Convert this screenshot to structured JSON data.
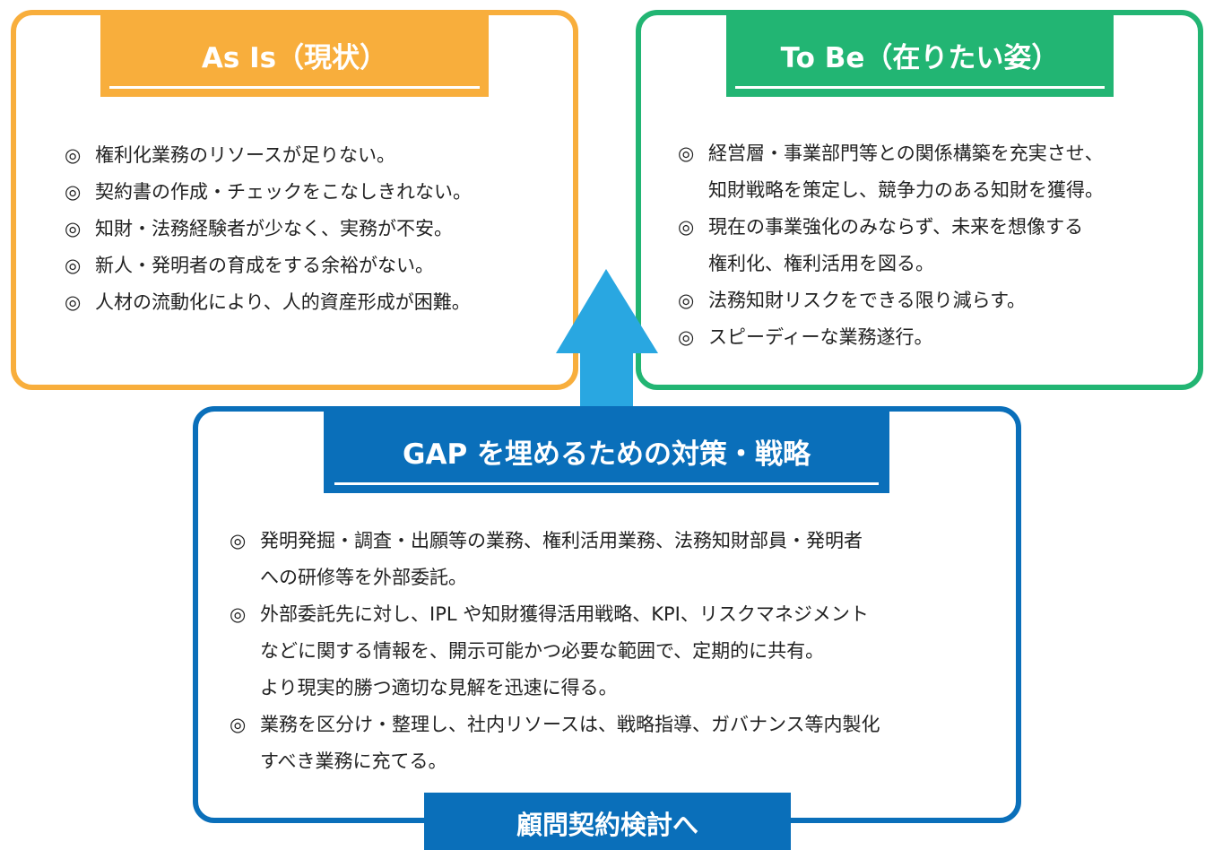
{
  "colors": {
    "as_is": "#F8AE3C",
    "to_be": "#22B573",
    "gap": "#0A6FBA",
    "arrow": "#29A7E1"
  },
  "as_is": {
    "title": "As Is（現状）",
    "bullet": "◎",
    "items": [
      [
        "権利化業務のリソースが足りない。"
      ],
      [
        "契約書の作成・チェックをこなしきれない。"
      ],
      [
        "知財・法務経験者が少なく、実務が不安。"
      ],
      [
        "新人・発明者の育成をする余裕がない。"
      ],
      [
        "人材の流動化により、人的資産形成が困難。"
      ]
    ]
  },
  "to_be": {
    "title": "To Be（在りたい姿）",
    "items": [
      [
        "経営層・事業部門等との関係構築を充実させ、",
        "知財戦略を策定し、競争力のある知財を獲得。"
      ],
      [
        "現在の事業強化のみならず、未来を想像する",
        "権利化、権利活用を図る。"
      ],
      [
        "法務知財リスクをできる限り減らす。"
      ],
      [
        "スピーディーな業務遂行。"
      ]
    ]
  },
  "gap": {
    "title": "GAP を埋めるための対策・戦略",
    "items": [
      [
        "発明発掘・調査・出願等の業務、権利活用業務、法務知財部員・発明者",
        "への研修等を外部委託。"
      ],
      [
        "外部委託先に対し、IPL や知財獲得活用戦略、KPI、リスクマネジメント",
        "などに関する情報を、開示可能かつ必要な範囲で、定期的に共有。",
        "より現実的勝つ適切な見解を迅速に得る。"
      ],
      [
        "業務を区分け・整理し、社内リソースは、戦略指導、ガバナンス等内製化",
        "すべき業務に充てる。"
      ]
    ],
    "footer": "顧問契約検討へ"
  }
}
